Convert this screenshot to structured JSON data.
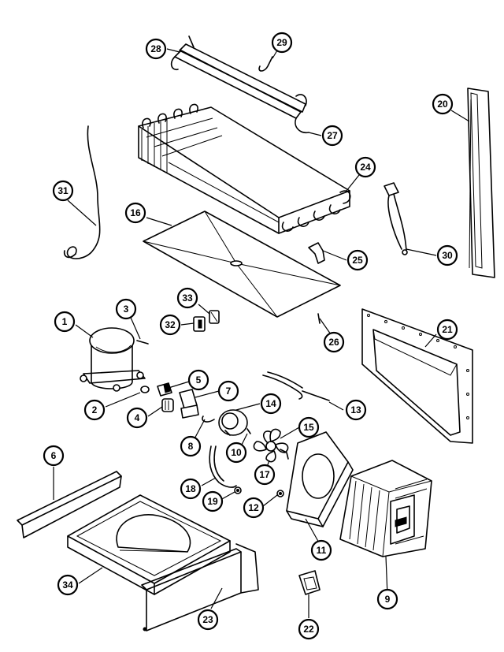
{
  "callouts": [
    {
      "id": "p1",
      "label": "1"
    },
    {
      "id": "p2",
      "label": "2"
    },
    {
      "id": "p3",
      "label": "3"
    },
    {
      "id": "p4",
      "label": "4"
    },
    {
      "id": "p5",
      "label": "5"
    },
    {
      "id": "p6",
      "label": "6"
    },
    {
      "id": "p7",
      "label": "7"
    },
    {
      "id": "p8",
      "label": "8"
    },
    {
      "id": "p9",
      "label": "9"
    },
    {
      "id": "p10",
      "label": "10"
    },
    {
      "id": "p11",
      "label": "11"
    },
    {
      "id": "p12",
      "label": "12"
    },
    {
      "id": "p13",
      "label": "13"
    },
    {
      "id": "p14",
      "label": "14"
    },
    {
      "id": "p15",
      "label": "15"
    },
    {
      "id": "p16",
      "label": "16"
    },
    {
      "id": "p17",
      "label": "17"
    },
    {
      "id": "p18",
      "label": "18"
    },
    {
      "id": "p19",
      "label": "19"
    },
    {
      "id": "p20",
      "label": "20"
    },
    {
      "id": "p21",
      "label": "21"
    },
    {
      "id": "p22",
      "label": "22"
    },
    {
      "id": "p23",
      "label": "23"
    },
    {
      "id": "p24",
      "label": "24"
    },
    {
      "id": "p25",
      "label": "25"
    },
    {
      "id": "p26",
      "label": "26"
    },
    {
      "id": "p27",
      "label": "27"
    },
    {
      "id": "p28",
      "label": "28"
    },
    {
      "id": "p29",
      "label": "29"
    },
    {
      "id": "p30",
      "label": "30"
    },
    {
      "id": "p31",
      "label": "31"
    },
    {
      "id": "p32",
      "label": "32"
    },
    {
      "id": "p33",
      "label": "33"
    },
    {
      "id": "p34",
      "label": "34"
    }
  ]
}
